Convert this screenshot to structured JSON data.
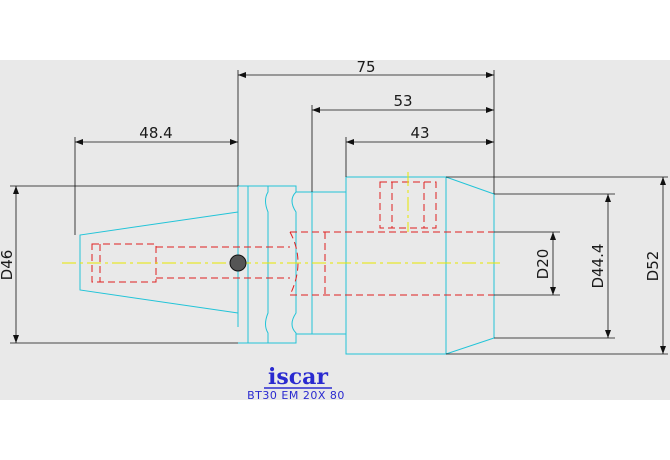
{
  "drawing": {
    "dimensions": {
      "overall_length": "75",
      "length_53": "53",
      "length_43": "43",
      "taper_length": "48.4",
      "d46": "D46",
      "d20": "D20",
      "d44_4": "D44.4",
      "d52": "D52"
    },
    "logo": "iscar",
    "model_label": "BT30 EM 20X 80"
  },
  "colors": {
    "outline": "#22c4d8",
    "hidden": "#e02020",
    "center": "#e8e800",
    "dimension": "#111111",
    "brand": "#2a2ad0",
    "background": "#e9e9e9"
  }
}
